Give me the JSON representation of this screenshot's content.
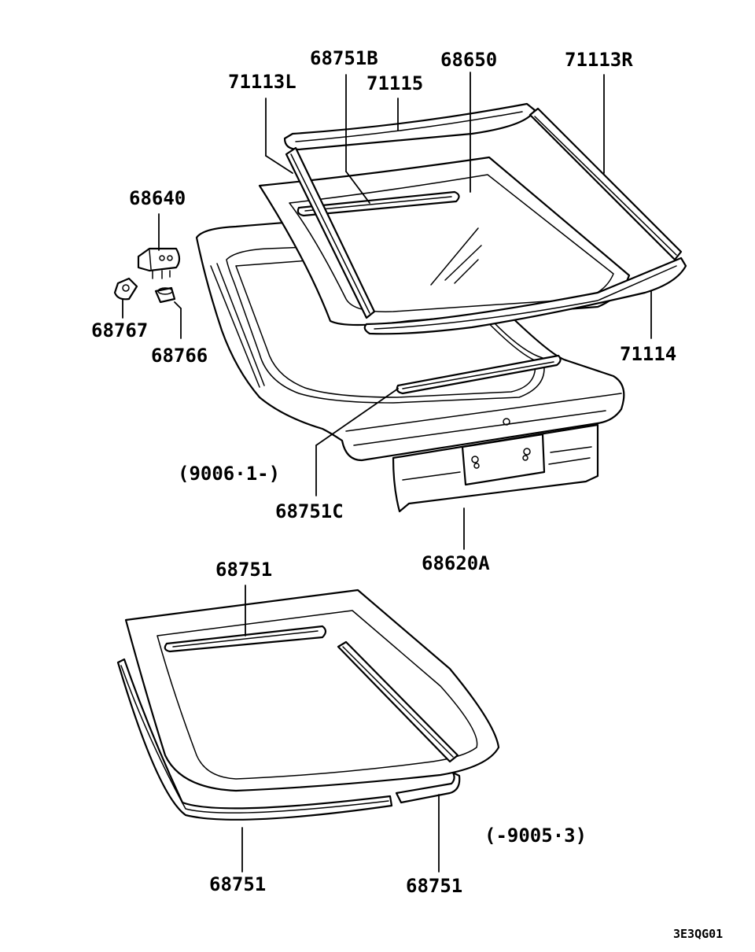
{
  "labels": {
    "l_71113L": "71113L",
    "l_68751B": "68751B",
    "l_71115": "71115",
    "l_68650": "68650",
    "l_71113R": "71113R",
    "l_68640": "68640",
    "l_68767": "68767",
    "l_68766": "68766",
    "l_71114": "71114",
    "l_date_new": "(9006·1-)",
    "l_68751C": "68751C",
    "l_68620A": "68620A",
    "l_68751_top": "68751",
    "l_date_old": "(-9005·3)",
    "l_68751_bl": "68751",
    "l_68751_br": "68751",
    "drawing_code": "3E3QG01"
  }
}
